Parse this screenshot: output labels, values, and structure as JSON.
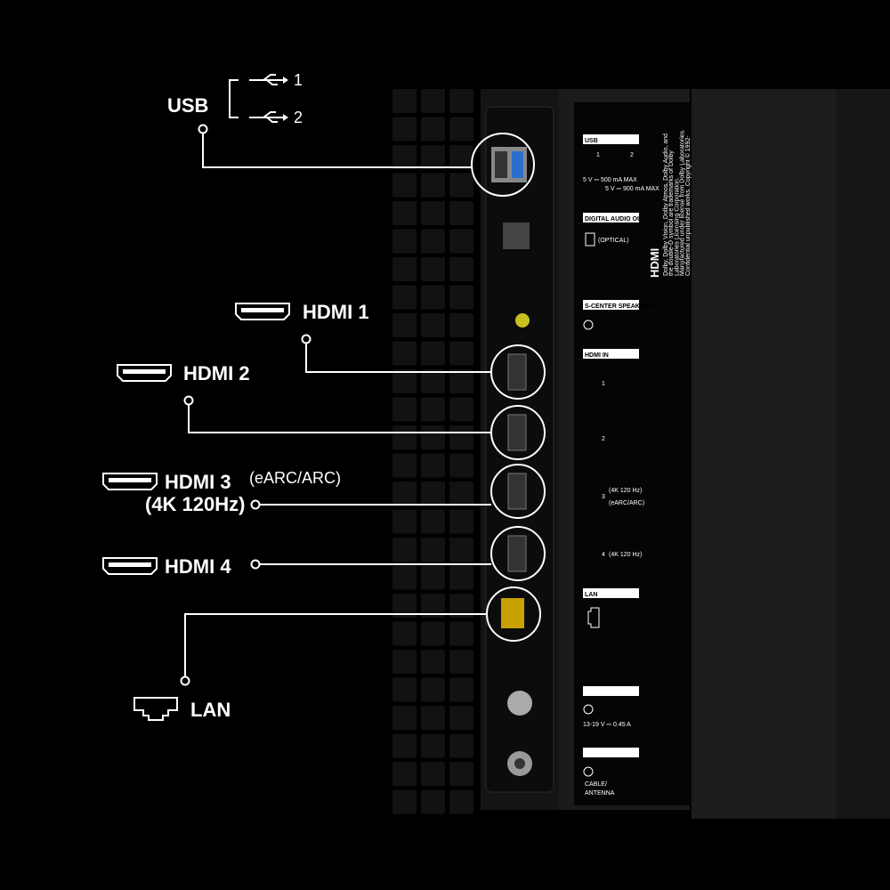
{
  "colors": {
    "background": "#000000",
    "tv_body": "#1a1a1a",
    "grid": "#111111",
    "callout": "#ffffff"
  },
  "callouts": {
    "usb": {
      "label": "USB",
      "ports": [
        "1",
        "2"
      ],
      "icon": "usb-icon"
    },
    "hdmi1": {
      "label": "HDMI 1",
      "icon": "hdmi-icon"
    },
    "hdmi2": {
      "label": "HDMI 2",
      "icon": "hdmi-icon"
    },
    "hdmi3": {
      "label": "HDMI 3",
      "note": "(eARC/ARC)",
      "spec": "(4K 120Hz)",
      "icon": "hdmi-icon"
    },
    "hdmi4": {
      "label": "HDMI 4",
      "icon": "hdmi-icon"
    },
    "lan": {
      "label": "LAN",
      "icon": "ethernet-icon"
    }
  },
  "panel": {
    "usb": {
      "title": "USB",
      "p1": "1",
      "p2": "2",
      "spec1": "5 V ⎓ 500 mA MAX",
      "spec2": "5 V ⎓ 900 mA MAX"
    },
    "digital_audio": {
      "title": "DIGITAL AUDIO OUT",
      "optical": "(OPTICAL)"
    },
    "center": {
      "title": "S-CENTER SPEAKER IN"
    },
    "hdmi_in": {
      "title": "HDMI IN",
      "p1": "1",
      "p2": "2",
      "p3": "3",
      "p3a": "(4K 120 Hz)",
      "p3b": "(eARC/ARC)",
      "p4": "4",
      "p4a": "(4K 120 Hz)"
    },
    "lan": {
      "title": "LAN"
    },
    "power": {
      "spec": "13-19 V ⎓ 0.45 A"
    },
    "antenna": {
      "line1": "CABLE/",
      "line2": "ANTENNA"
    },
    "legal": [
      "Dolby, Dolby Vision, Dolby Atmos, Dolby Audio, and",
      "the double-D symbol are trademarks of Dolby",
      "Laboratories Licensing Corporation.",
      "Manufactured under license from Dolby Laboratories.",
      "Confidential unpublished works. Copyright © 1992-"
    ],
    "hdmi_logo": "HDMI"
  }
}
